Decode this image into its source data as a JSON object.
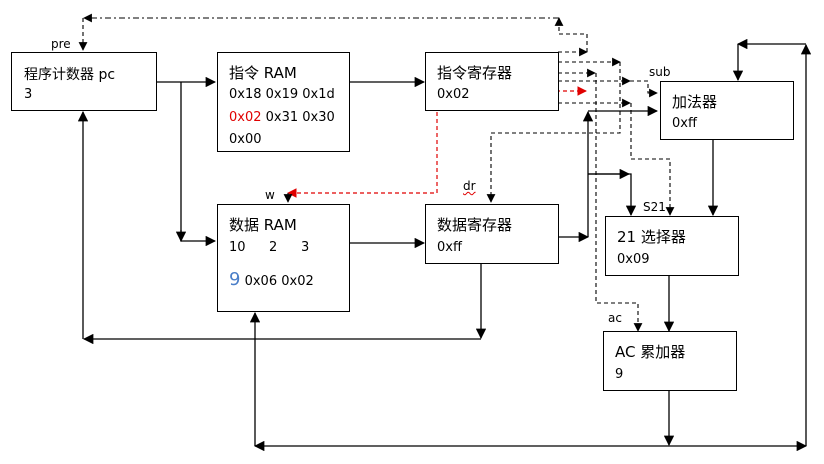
{
  "colors": {
    "line": "#000000",
    "highlight_path": "#e00000",
    "highlight_value": "#e00000",
    "accent_value": "#4a7ec8"
  },
  "blocks": {
    "pc": {
      "title": "程序计数器 pc",
      "value": "3"
    },
    "inst_ram": {
      "title": "指令 RAM",
      "row1": "0x18 0x19 0x1d",
      "row2_highlight": "0x02",
      "row2_rest": " 0x31 0x30",
      "row3": "0x00"
    },
    "ir": {
      "title": "指令寄存器",
      "value": "0x02"
    },
    "adder": {
      "title": "加法器",
      "value": "0xff"
    },
    "data_ram": {
      "title": "数据 RAM",
      "row1": [
        "10",
        "2",
        "3"
      ],
      "row2_highlight": "9",
      "row2_rest": " 0x06 0x02"
    },
    "dr": {
      "title": "数据寄存器",
      "value": "0xff"
    },
    "mux": {
      "title": "21 选择器",
      "value": "0x09"
    },
    "ac": {
      "title": "AC 累加器",
      "value": "9"
    }
  },
  "signals": {
    "pre": "pre",
    "sub": "sub",
    "w": "w",
    "dr": "dr",
    "s21": "S21",
    "ac": "ac"
  }
}
